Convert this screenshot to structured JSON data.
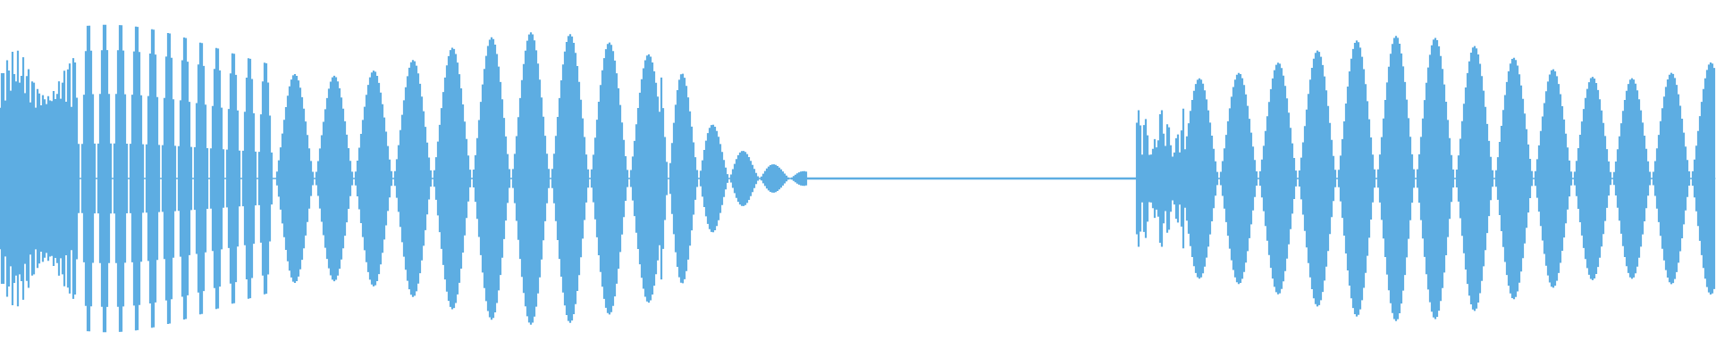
{
  "waveform": {
    "color": "#5dade2",
    "background": "#ffffff",
    "duration_fraction_segments": [
      {
        "start": 0.0,
        "end": 0.045,
        "kind": "dense",
        "amplitude": 0.36
      },
      {
        "start": 0.045,
        "end": 0.16,
        "kind": "bursts",
        "amplitude": 0.44
      },
      {
        "start": 0.16,
        "end": 0.385,
        "kind": "bursts",
        "amplitude": 0.41
      },
      {
        "start": 0.385,
        "end": 0.47,
        "kind": "decay",
        "amplitude": 0.12
      },
      {
        "start": 0.47,
        "end": 0.662,
        "kind": "silence",
        "amplitude": 0.005
      },
      {
        "start": 0.662,
        "end": 0.69,
        "kind": "noisy",
        "amplitude": 0.2
      },
      {
        "start": 0.69,
        "end": 1.0,
        "kind": "bursts",
        "amplitude": 0.4
      }
    ]
  }
}
